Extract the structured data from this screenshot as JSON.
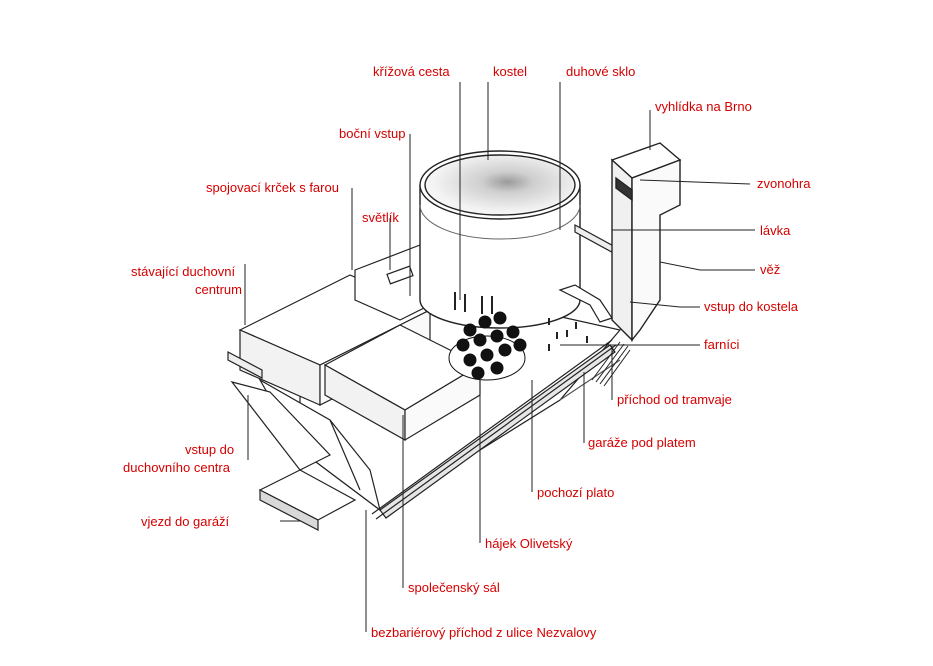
{
  "colors": {
    "label": "#d40000",
    "line": "#222222",
    "fill": "#ffffff",
    "shade": "#d9d9d9"
  },
  "labels": {
    "krizova_cesta": "křížová cesta",
    "kostel": "kostel",
    "duhove_sklo": "duhové sklo",
    "vyhlidka": "vyhlídka na Brno",
    "bocni_vstup": "boční vstup",
    "zvonohra": "zvonohra",
    "spojovaci_krcek": "spojovací krček s farou",
    "svetlik": "světlík",
    "lavka": "lávka",
    "stavajici_1": "stávající duchovní",
    "stavajici_2": "centrum",
    "vez": "věž",
    "vstup_kostel": "vstup do kostela",
    "farnici": "farníci",
    "prichod_tramvaj": "příchod od tramvaje",
    "garaze": "garáže pod platem",
    "vstup_duch_1": "vstup do",
    "vstup_duch_2": "duchovního centra",
    "pochozi_plato": "pochozí plato",
    "vjezd": "vjezd do garáží",
    "hajek": "hájek Olivetský",
    "spolecensky_sal": "společenský sál",
    "bezbarierovy": "bezbariérový příchod z ulice Nezvalovy"
  }
}
